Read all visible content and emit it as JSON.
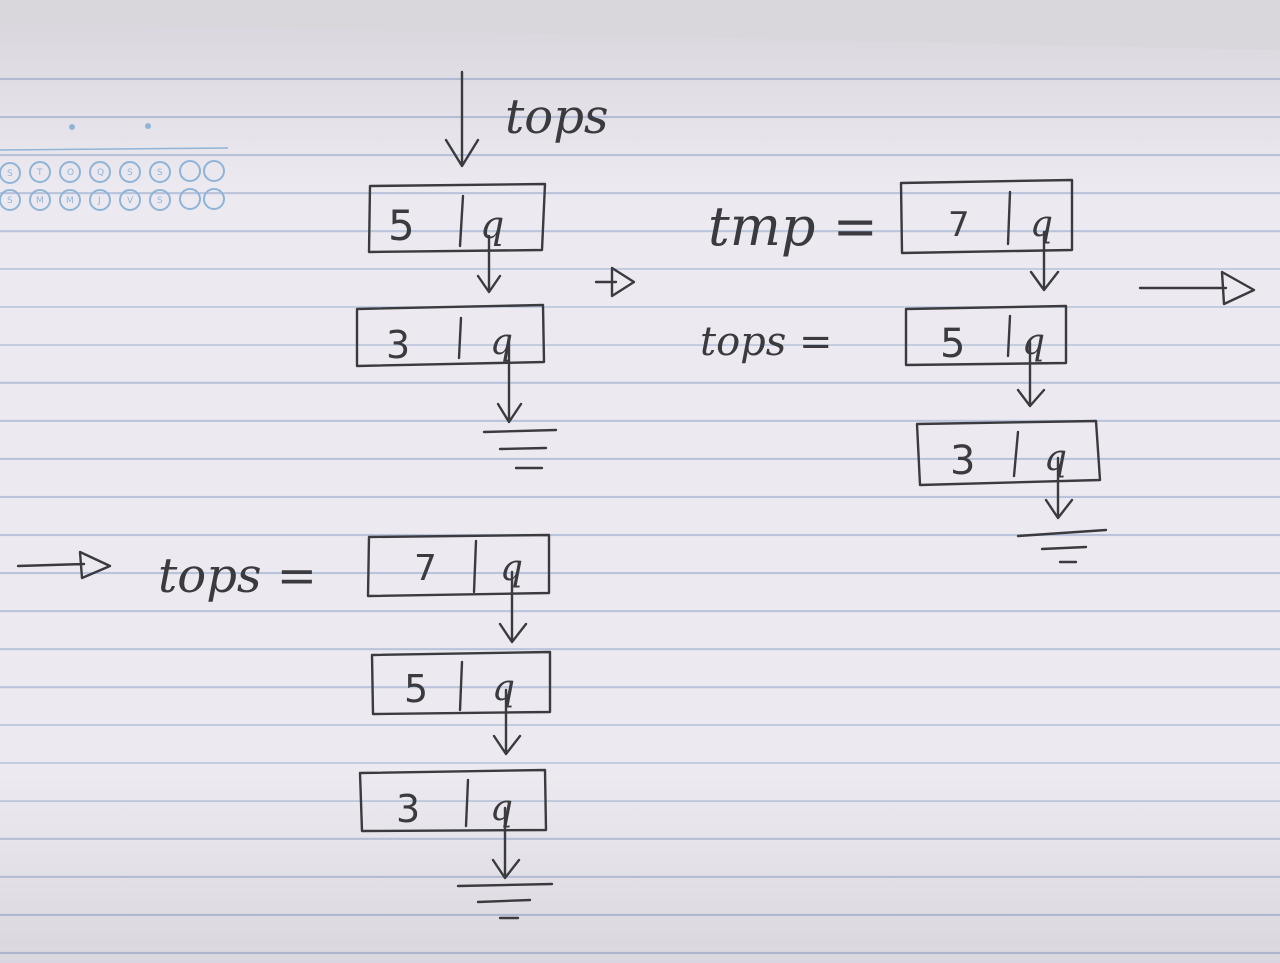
{
  "labels": {
    "top_pointer": "tops",
    "tmp_eq": "tmp =",
    "tops_eq_1": "tops =",
    "tops_eq_2": "tops ="
  },
  "diagram1": {
    "nodes": [
      {
        "value": "5",
        "link": "q"
      },
      {
        "value": "3",
        "link": "q"
      }
    ]
  },
  "diagram2": {
    "tmp_node": {
      "value": "7",
      "link": "q"
    },
    "tops_nodes": [
      {
        "value": "5",
        "link": "q"
      },
      {
        "value": "3",
        "link": "q"
      }
    ]
  },
  "diagram3": {
    "nodes": [
      {
        "value": "7",
        "link": "q"
      },
      {
        "value": "5",
        "link": "q"
      },
      {
        "value": "3",
        "link": "q"
      }
    ]
  },
  "printed_header": {
    "row1": [
      "S",
      "T",
      "O",
      "Q",
      "S",
      "S"
    ],
    "row2": [
      "S",
      "M",
      "M",
      "J",
      "V",
      "S"
    ]
  },
  "colors": {
    "ink": "#3a3a3f",
    "rule_lines": "#b9c4dc",
    "paper": "#eceaf0",
    "print": "#8fb4d8"
  }
}
